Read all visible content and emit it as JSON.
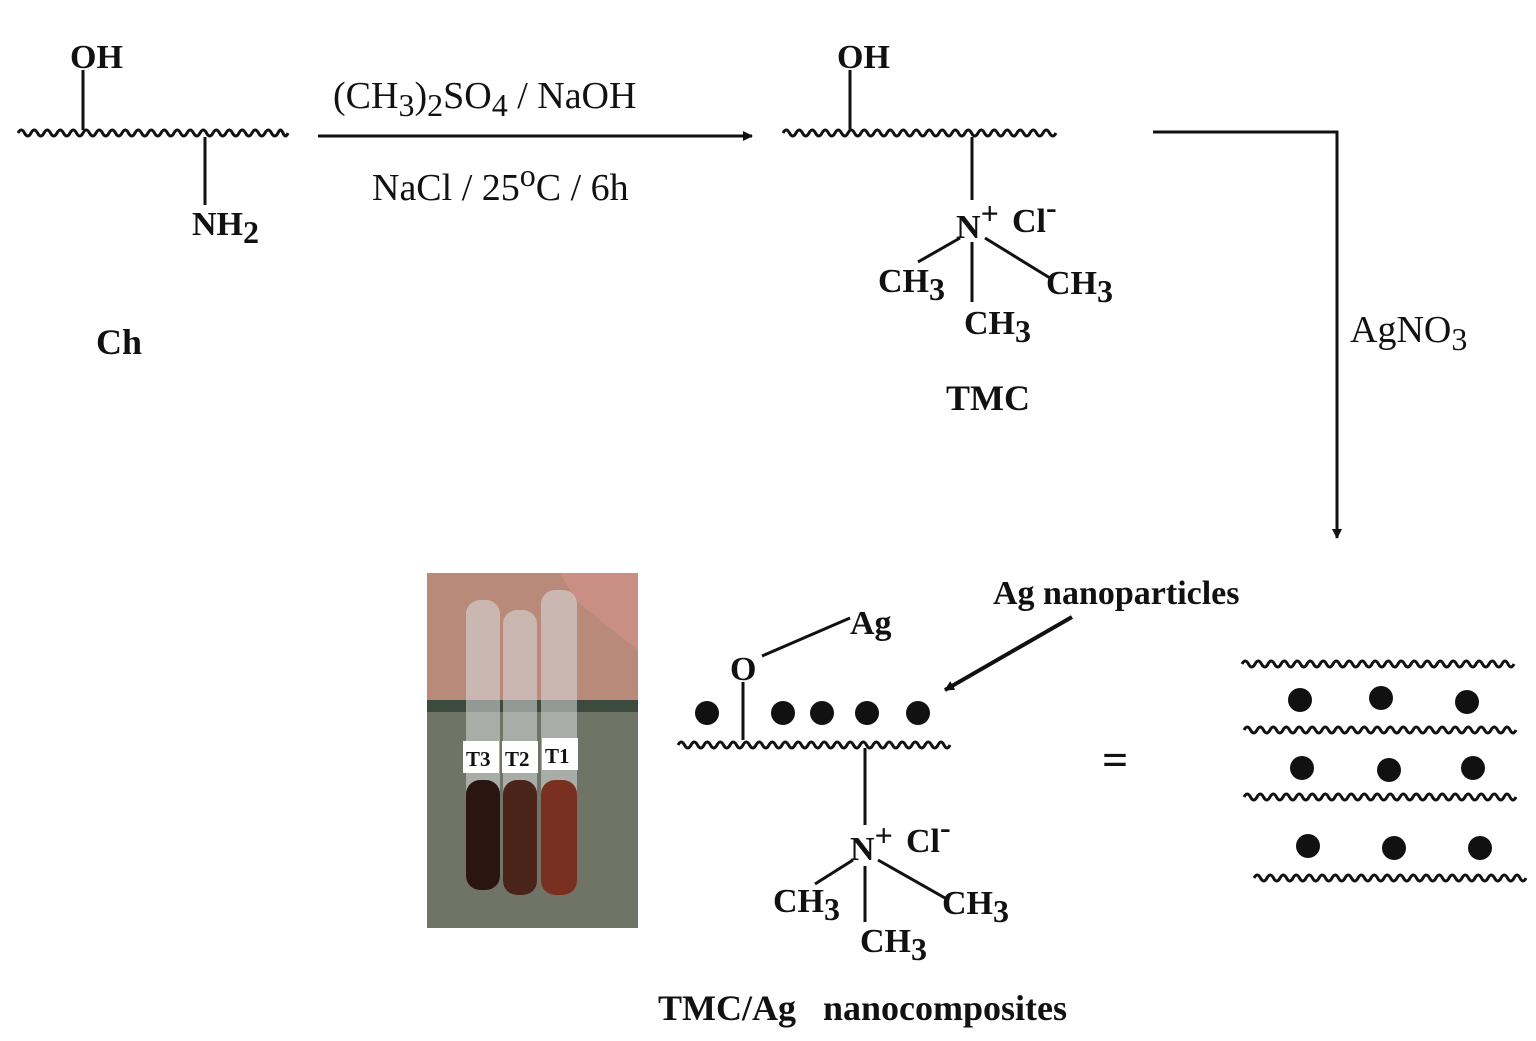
{
  "chitosan": {
    "oh": "OH",
    "nh": "NH",
    "nh_sub": "2",
    "name": "Ch"
  },
  "reaction1": {
    "reagent_a": "(CH",
    "reagent_a_sub": "3",
    "reagent_b": ")",
    "reagent_b_sub": "2",
    "reagent_c": "SO",
    "reagent_c_sub": "4",
    "reagent_d": " / NaOH",
    "cond_a": "NaCl / 25",
    "cond_sup": "o",
    "cond_b": "C / 6h"
  },
  "tmc": {
    "oh": "OH",
    "n": "N",
    "n_charge": "+",
    "cl": "Cl",
    "cl_charge": "-",
    "ch": "CH",
    "ch_sub": "3",
    "name": "TMC"
  },
  "reaction2": {
    "reagent": "AgNO",
    "reagent_sub": "3"
  },
  "nanocomposite": {
    "o": "O",
    "ag": "Ag",
    "ag_np_label": "Ag nanoparticles",
    "n": "N",
    "n_charge": "+",
    "cl": "Cl",
    "cl_charge": "-",
    "ch": "CH",
    "ch_sub": "3",
    "equals": "=",
    "name": "TMC/Ag   nanocomposites"
  },
  "photo": {
    "tube_labels": [
      "T3",
      "T2",
      "T1"
    ]
  },
  "colors": {
    "ink": "#111111",
    "tube_dark": "#2a1510",
    "tube_mid": "#4a2418",
    "tube_red": "#7a3020",
    "bench": "#6f7466"
  }
}
